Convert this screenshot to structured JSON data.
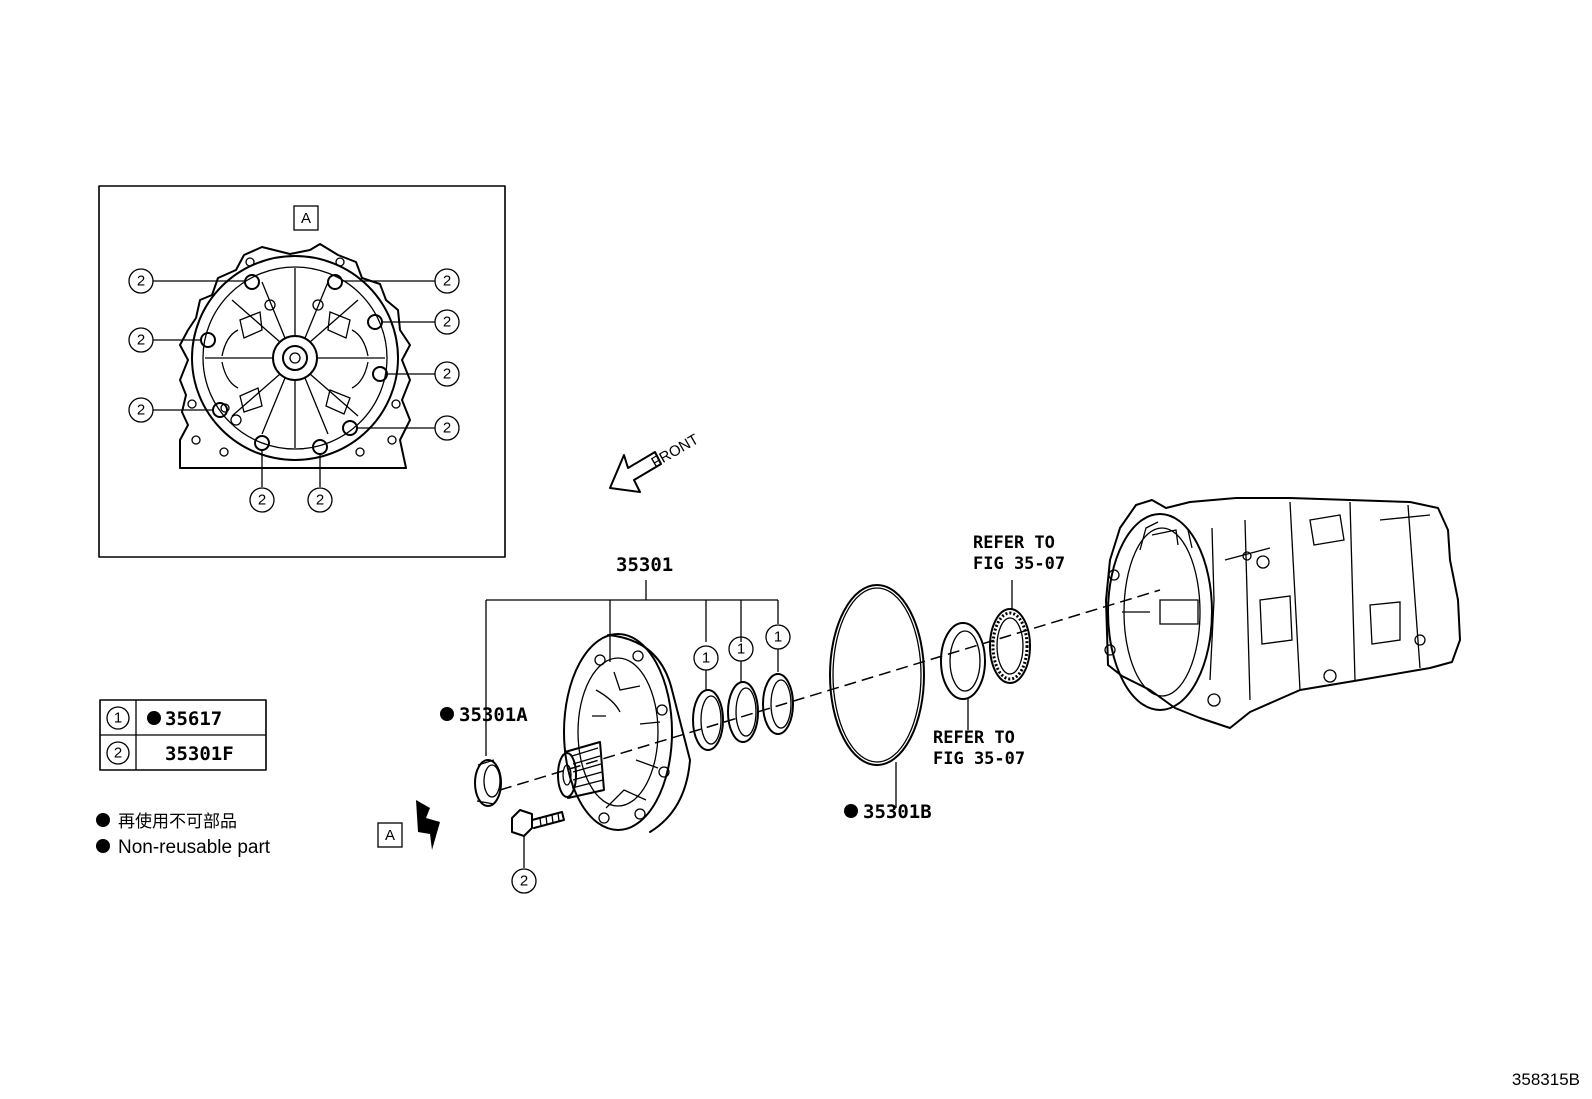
{
  "figure_code": "358315B",
  "view_tag": "A",
  "direction_label": "FRONT",
  "callout_key": [
    {
      "index": "1",
      "part": "35617",
      "non_reusable": true
    },
    {
      "index": "2",
      "part": "35301F",
      "non_reusable": false
    }
  ],
  "legend": {
    "jp": "再使用不可部品",
    "en": "Non-reusable part"
  },
  "labels": {
    "main_assembly": "35301",
    "oil_seal": "35301A",
    "o_ring": "35301B",
    "refer_1_line1": "REFER TO",
    "refer_1_line2": "FIG 35-07",
    "refer_2_line1": "REFER TO",
    "refer_2_line2": "FIG 35-07"
  },
  "callouts": {
    "c1": "1",
    "c2": "2"
  }
}
